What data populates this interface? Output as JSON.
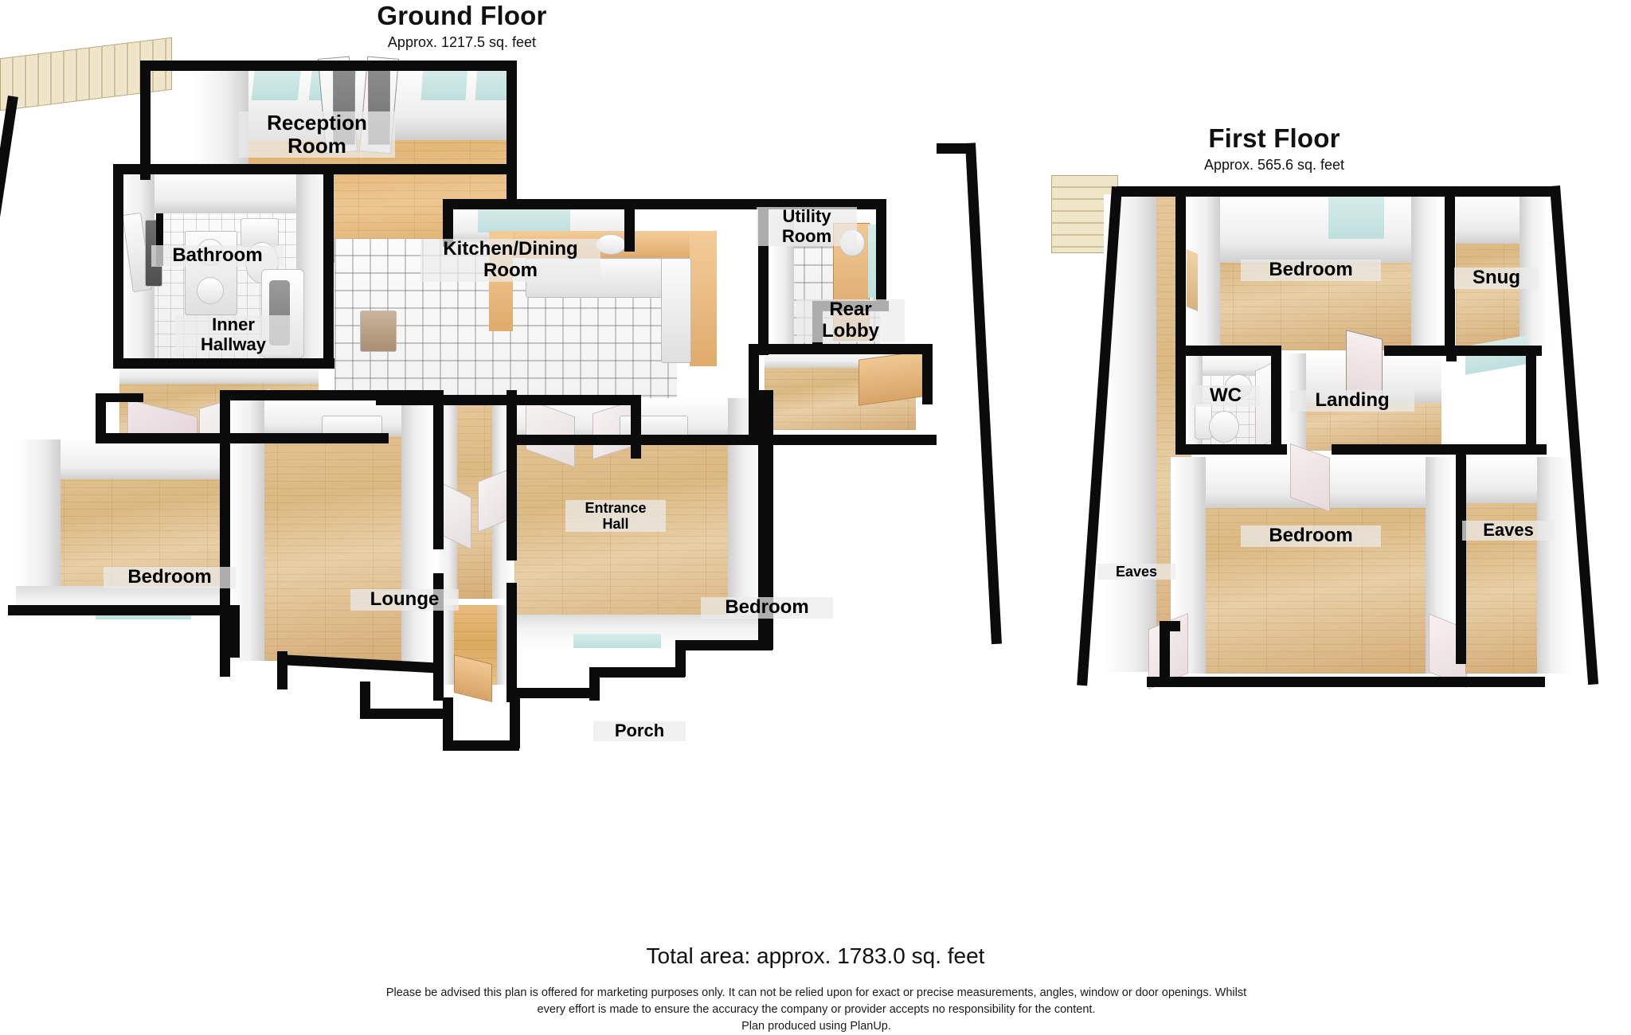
{
  "document": {
    "type": "property-floorplan",
    "total_area_text": "Total area: approx. 1783.0 sq. feet",
    "disclaimer_line_1": "Please be advised this plan is offered for marketing purposes only. It can not be relied upon for exact or precise measurements, angles, window or door openings. Whilst",
    "disclaimer_line_2": "every effort is made to ensure the accuracy the company or provider accepts no responsibility for the content.",
    "disclaimer_line_3": "Plan produced using PlanUp."
  },
  "floors": [
    {
      "id": "ground",
      "title": "Ground Floor",
      "area_text": "Approx. 1217.5 sq. feet",
      "rooms": [
        {
          "key": "reception",
          "label": "Reception\nRoom",
          "floor": "wood-medium"
        },
        {
          "key": "bathroom",
          "label": "Bathroom",
          "floor": "tile-white"
        },
        {
          "key": "kitchen",
          "label": "Kitchen/Dining\nRoom",
          "floor": "tile-dotted"
        },
        {
          "key": "utility",
          "label": "Utility\nRoom",
          "floor": "tile-dotted"
        },
        {
          "key": "inner_hall",
          "label": "Inner\nHallway",
          "floor": "wood-light"
        },
        {
          "key": "rear_lobby",
          "label": "Rear\nLobby",
          "floor": "wood-light"
        },
        {
          "key": "bedroom_left",
          "label": "Bedroom",
          "floor": "wood-light"
        },
        {
          "key": "lounge",
          "label": "Lounge",
          "floor": "wood-light"
        },
        {
          "key": "entrance",
          "label": "Entrance\nHall",
          "floor": "wood-light"
        },
        {
          "key": "bedroom_right",
          "label": "Bedroom",
          "floor": "wood-light"
        },
        {
          "key": "porch",
          "label": "Porch",
          "floor": "wood-dark"
        }
      ]
    },
    {
      "id": "first",
      "title": "First Floor",
      "area_text": "Approx. 565.6 sq. feet",
      "rooms": [
        {
          "key": "ff_eaves_left",
          "label": "Eaves",
          "floor": "wood-light"
        },
        {
          "key": "ff_bedroom_top",
          "label": "Bedroom",
          "floor": "wood-light"
        },
        {
          "key": "ff_snug",
          "label": "Snug",
          "floor": "wood-light"
        },
        {
          "key": "ff_wc",
          "label": "WC",
          "floor": "tile-white"
        },
        {
          "key": "ff_landing",
          "label": "Landing",
          "floor": "wood-light"
        },
        {
          "key": "ff_bedroom_main",
          "label": "Bedroom",
          "floor": "wood-light"
        },
        {
          "key": "ff_eaves_right",
          "label": "Eaves",
          "floor": "wood-light"
        }
      ]
    }
  ],
  "palette": {
    "wall": "#0b0b0b",
    "wall_face": "#f2f2f2",
    "floor_wood_light": "#dcb982",
    "floor_wood_medium": "#e3b777",
    "floor_tile": "#f3f3f3",
    "window_glass": "#cfe7e5",
    "text": "#111111",
    "label_backdrop": "#ececec"
  }
}
